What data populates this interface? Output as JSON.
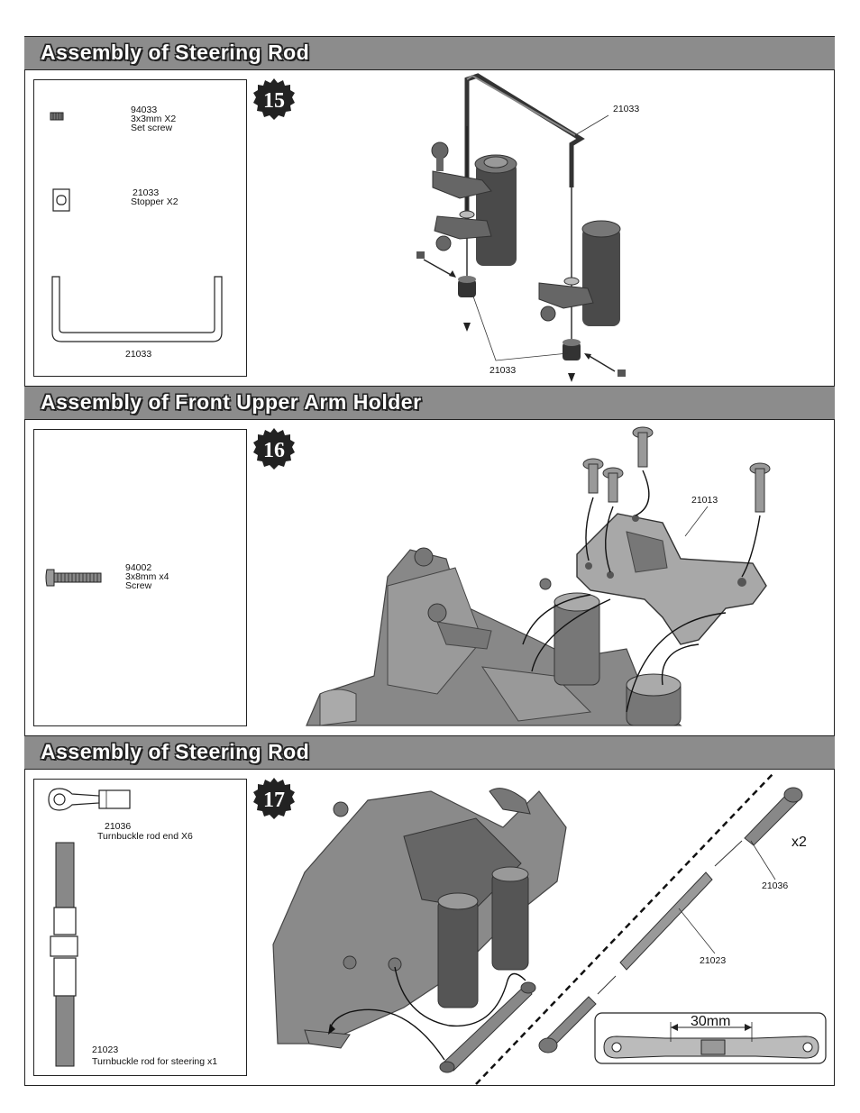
{
  "sections": [
    {
      "title": "Assembly of Steering Rod",
      "step": "15",
      "parts": [
        {
          "code": "94033",
          "spec": "3x3mm X2",
          "name": "Set screw",
          "icon": "set-screw-icon"
        },
        {
          "code": "21033",
          "name": "Stopper X2",
          "icon": "stopper-icon"
        },
        {
          "code": "21033",
          "icon": "steering-rod-icon"
        }
      ],
      "callouts": [
        "21033",
        "21033"
      ]
    },
    {
      "title": "Assembly of Front Upper Arm Holder",
      "step": "16",
      "parts": [
        {
          "code": "94002",
          "spec": "3x8mm x4",
          "name": "Screw",
          "icon": "button-head-screw-icon"
        }
      ],
      "callouts": [
        "21013"
      ]
    },
    {
      "title": "Assembly of Steering Rod",
      "step": "17",
      "parts": [
        {
          "code": "21036",
          "name": "Turnbuckle rod end X6",
          "icon": "rod-end-icon"
        },
        {
          "code": "21023",
          "name": "Turnbuckle rod for steering x1",
          "icon": "turnbuckle-rod-icon"
        }
      ],
      "callouts": [
        "21036",
        "21023"
      ],
      "quantity": "x2",
      "length": "30mm"
    }
  ]
}
